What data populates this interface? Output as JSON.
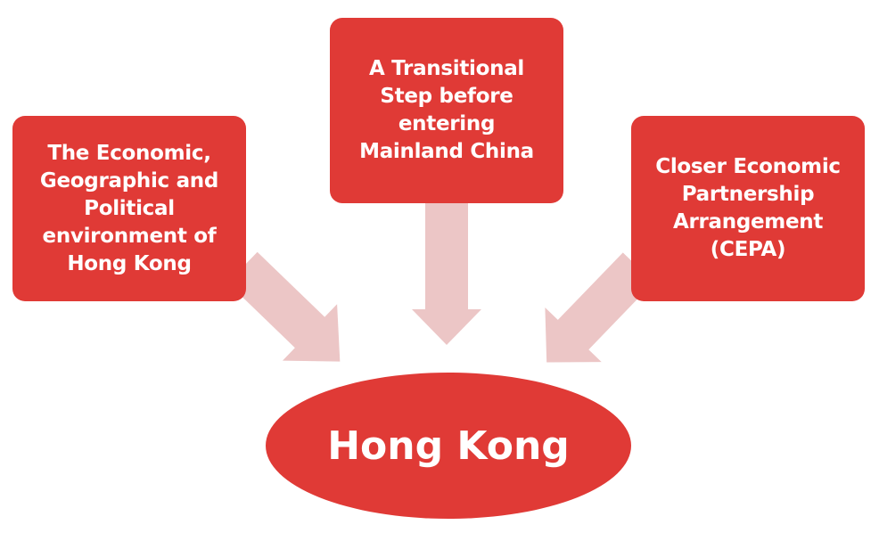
{
  "boxes": [
    {
      "text": "The Economic,\nGeographic and\nPolitical\nenvironment of\nHong Kong"
    },
    {
      "text": "A Transitional\nStep before\nentering\nMainland China"
    },
    {
      "text": "Closer Economic\nPartnership\nArrangement\n(CEPA)"
    }
  ],
  "center": {
    "text": "Hong Kong"
  },
  "colors": {
    "box": "#e03a36",
    "arrow": "#ecc6c6"
  }
}
